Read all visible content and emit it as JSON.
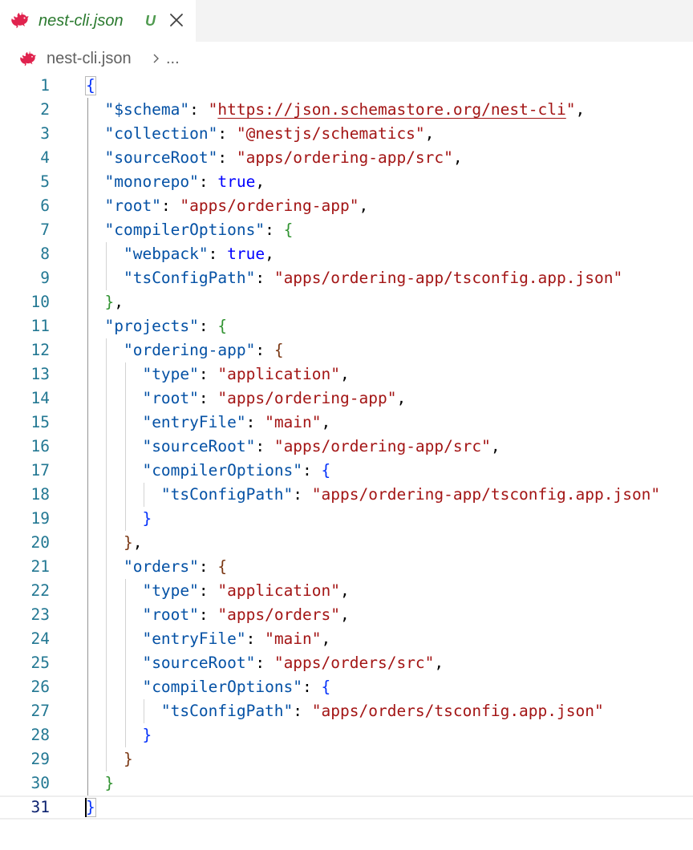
{
  "tab": {
    "filename": "nest-cli.json",
    "git_status": "U",
    "close_icon": "close-icon",
    "file_icon": "nestjs-icon"
  },
  "breadcrumb": {
    "file": "nest-cli.json",
    "separator_icon": "chevron-right-icon",
    "more": "..."
  },
  "editor": {
    "active_line": 31,
    "lines": [
      [
        {
          "c": "b1",
          "t": "{"
        }
      ],
      [
        {
          "c": "p",
          "t": "  "
        },
        {
          "c": "k",
          "t": "\"$schema\""
        },
        {
          "c": "p",
          "t": ": "
        },
        {
          "c": "s",
          "t": "\""
        },
        {
          "c": "url",
          "t": "https://json.schemastore.org/nest-cli"
        },
        {
          "c": "s",
          "t": "\""
        },
        {
          "c": "p",
          "t": ","
        }
      ],
      [
        {
          "c": "p",
          "t": "  "
        },
        {
          "c": "k",
          "t": "\"collection\""
        },
        {
          "c": "p",
          "t": ": "
        },
        {
          "c": "s",
          "t": "\"@nestjs/schematics\""
        },
        {
          "c": "p",
          "t": ","
        }
      ],
      [
        {
          "c": "p",
          "t": "  "
        },
        {
          "c": "k",
          "t": "\"sourceRoot\""
        },
        {
          "c": "p",
          "t": ": "
        },
        {
          "c": "s",
          "t": "\"apps/ordering-app/src\""
        },
        {
          "c": "p",
          "t": ","
        }
      ],
      [
        {
          "c": "p",
          "t": "  "
        },
        {
          "c": "k",
          "t": "\"monorepo\""
        },
        {
          "c": "p",
          "t": ": "
        },
        {
          "c": "kw",
          "t": "true"
        },
        {
          "c": "p",
          "t": ","
        }
      ],
      [
        {
          "c": "p",
          "t": "  "
        },
        {
          "c": "k",
          "t": "\"root\""
        },
        {
          "c": "p",
          "t": ": "
        },
        {
          "c": "s",
          "t": "\"apps/ordering-app\""
        },
        {
          "c": "p",
          "t": ","
        }
      ],
      [
        {
          "c": "p",
          "t": "  "
        },
        {
          "c": "k",
          "t": "\"compilerOptions\""
        },
        {
          "c": "p",
          "t": ": "
        },
        {
          "c": "b2",
          "t": "{"
        }
      ],
      [
        {
          "c": "p",
          "t": "    "
        },
        {
          "c": "k",
          "t": "\"webpack\""
        },
        {
          "c": "p",
          "t": ": "
        },
        {
          "c": "kw",
          "t": "true"
        },
        {
          "c": "p",
          "t": ","
        }
      ],
      [
        {
          "c": "p",
          "t": "    "
        },
        {
          "c": "k",
          "t": "\"tsConfigPath\""
        },
        {
          "c": "p",
          "t": ": "
        },
        {
          "c": "s",
          "t": "\"apps/ordering-app/tsconfig.app.json\""
        }
      ],
      [
        {
          "c": "p",
          "t": "  "
        },
        {
          "c": "b2",
          "t": "}"
        },
        {
          "c": "p",
          "t": ","
        }
      ],
      [
        {
          "c": "p",
          "t": "  "
        },
        {
          "c": "k",
          "t": "\"projects\""
        },
        {
          "c": "p",
          "t": ": "
        },
        {
          "c": "b2",
          "t": "{"
        }
      ],
      [
        {
          "c": "p",
          "t": "    "
        },
        {
          "c": "k",
          "t": "\"ordering-app\""
        },
        {
          "c": "p",
          "t": ": "
        },
        {
          "c": "b3",
          "t": "{"
        }
      ],
      [
        {
          "c": "p",
          "t": "      "
        },
        {
          "c": "k",
          "t": "\"type\""
        },
        {
          "c": "p",
          "t": ": "
        },
        {
          "c": "s",
          "t": "\"application\""
        },
        {
          "c": "p",
          "t": ","
        }
      ],
      [
        {
          "c": "p",
          "t": "      "
        },
        {
          "c": "k",
          "t": "\"root\""
        },
        {
          "c": "p",
          "t": ": "
        },
        {
          "c": "s",
          "t": "\"apps/ordering-app\""
        },
        {
          "c": "p",
          "t": ","
        }
      ],
      [
        {
          "c": "p",
          "t": "      "
        },
        {
          "c": "k",
          "t": "\"entryFile\""
        },
        {
          "c": "p",
          "t": ": "
        },
        {
          "c": "s",
          "t": "\"main\""
        },
        {
          "c": "p",
          "t": ","
        }
      ],
      [
        {
          "c": "p",
          "t": "      "
        },
        {
          "c": "k",
          "t": "\"sourceRoot\""
        },
        {
          "c": "p",
          "t": ": "
        },
        {
          "c": "s",
          "t": "\"apps/ordering-app/src\""
        },
        {
          "c": "p",
          "t": ","
        }
      ],
      [
        {
          "c": "p",
          "t": "      "
        },
        {
          "c": "k",
          "t": "\"compilerOptions\""
        },
        {
          "c": "p",
          "t": ": "
        },
        {
          "c": "b1",
          "t": "{"
        }
      ],
      [
        {
          "c": "p",
          "t": "        "
        },
        {
          "c": "k",
          "t": "\"tsConfigPath\""
        },
        {
          "c": "p",
          "t": ": "
        },
        {
          "c": "s",
          "t": "\"apps/ordering-app/tsconfig.app.json\""
        }
      ],
      [
        {
          "c": "p",
          "t": "      "
        },
        {
          "c": "b1",
          "t": "}"
        }
      ],
      [
        {
          "c": "p",
          "t": "    "
        },
        {
          "c": "b3",
          "t": "}"
        },
        {
          "c": "p",
          "t": ","
        }
      ],
      [
        {
          "c": "p",
          "t": "    "
        },
        {
          "c": "k",
          "t": "\"orders\""
        },
        {
          "c": "p",
          "t": ": "
        },
        {
          "c": "b3",
          "t": "{"
        }
      ],
      [
        {
          "c": "p",
          "t": "      "
        },
        {
          "c": "k",
          "t": "\"type\""
        },
        {
          "c": "p",
          "t": ": "
        },
        {
          "c": "s",
          "t": "\"application\""
        },
        {
          "c": "p",
          "t": ","
        }
      ],
      [
        {
          "c": "p",
          "t": "      "
        },
        {
          "c": "k",
          "t": "\"root\""
        },
        {
          "c": "p",
          "t": ": "
        },
        {
          "c": "s",
          "t": "\"apps/orders\""
        },
        {
          "c": "p",
          "t": ","
        }
      ],
      [
        {
          "c": "p",
          "t": "      "
        },
        {
          "c": "k",
          "t": "\"entryFile\""
        },
        {
          "c": "p",
          "t": ": "
        },
        {
          "c": "s",
          "t": "\"main\""
        },
        {
          "c": "p",
          "t": ","
        }
      ],
      [
        {
          "c": "p",
          "t": "      "
        },
        {
          "c": "k",
          "t": "\"sourceRoot\""
        },
        {
          "c": "p",
          "t": ": "
        },
        {
          "c": "s",
          "t": "\"apps/orders/src\""
        },
        {
          "c": "p",
          "t": ","
        }
      ],
      [
        {
          "c": "p",
          "t": "      "
        },
        {
          "c": "k",
          "t": "\"compilerOptions\""
        },
        {
          "c": "p",
          "t": ": "
        },
        {
          "c": "b1",
          "t": "{"
        }
      ],
      [
        {
          "c": "p",
          "t": "        "
        },
        {
          "c": "k",
          "t": "\"tsConfigPath\""
        },
        {
          "c": "p",
          "t": ": "
        },
        {
          "c": "s",
          "t": "\"apps/orders/tsconfig.app.json\""
        }
      ],
      [
        {
          "c": "p",
          "t": "      "
        },
        {
          "c": "b1",
          "t": "}"
        }
      ],
      [
        {
          "c": "p",
          "t": "    "
        },
        {
          "c": "b3",
          "t": "}"
        }
      ],
      [
        {
          "c": "p",
          "t": "  "
        },
        {
          "c": "b2",
          "t": "}"
        }
      ],
      [
        {
          "c": "b1",
          "t": "}"
        }
      ]
    ]
  },
  "colors": {
    "key": "#0451a5",
    "string": "#a31515",
    "keyword": "#0000ff",
    "bracket_level1": "#0431fa",
    "bracket_level2": "#319331",
    "bracket_level3": "#7b3814",
    "line_number": "#237893",
    "tab_label": "#2b7a2f",
    "nest_logo": "#e0234e"
  }
}
